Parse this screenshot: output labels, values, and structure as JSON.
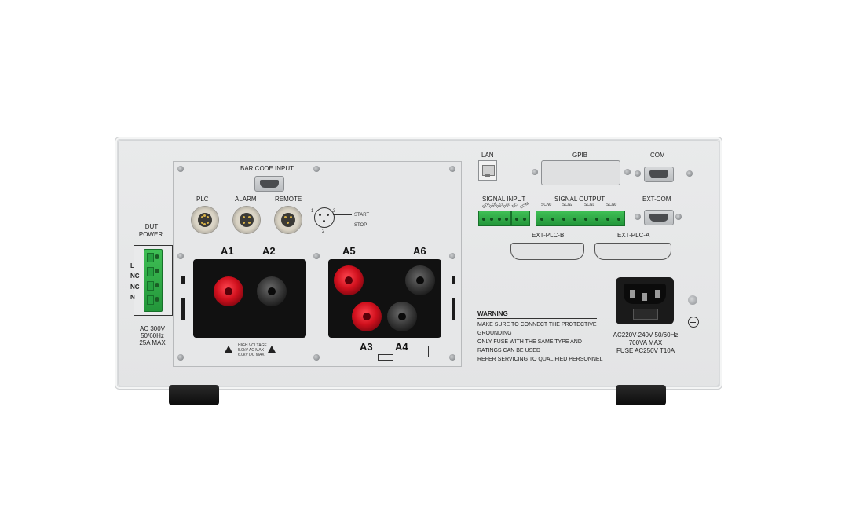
{
  "rear_panel": {
    "dut_power": {
      "title_line1": "DUT",
      "title_line2": "POWER",
      "terminals": [
        "L",
        "NC",
        "NC",
        "N"
      ],
      "rating_line1": "AC 300V",
      "rating_line2": "50/60Hz",
      "rating_line3": "25A MAX"
    },
    "bar_code_input": "BAR CODE INPUT",
    "connectors": {
      "plc": "PLC",
      "alarm": "ALARM",
      "remote": "REMOTE"
    },
    "remote_pins": {
      "pin1": "1",
      "pin2": "2",
      "pin3": "3",
      "start": "START",
      "stop": "STOP"
    },
    "terminals": {
      "a1": "A1",
      "a2": "A2",
      "a3": "A3",
      "a4": "A4",
      "a5": "A5",
      "a6": "A6"
    },
    "high_voltage": {
      "line1": "HIGH VOLTAGE",
      "line2": "5.0kV  AC  MAX",
      "line3": "6.0kV  DC  MAX"
    },
    "lan": "LAN",
    "gpib": "GPIB",
    "com": "COM",
    "ext_com": "EXT-COM",
    "signal_input": {
      "title": "SIGNAL INPUT",
      "pins": [
        "STR",
        "PSE",
        "PS1",
        "PS0",
        "NC",
        "COM"
      ]
    },
    "signal_output": {
      "title": "SIGNAL OUTPUT",
      "pins": [
        "SCN0",
        "SCN2",
        "SCN1",
        "SCN0"
      ]
    },
    "ext_plc_b": "EXT-PLC-B",
    "ext_plc_a": "EXT-PLC-A",
    "warning": {
      "title": "WARNING",
      "lines": [
        "MAKE SURE TO CONNECT  THE PROTECTIVE",
        "GROUNDING",
        "ONLY FUSE WITH THE SAME TYPE AND",
        "RATINGS CAN BE USED",
        "REFER SERVICING TO QUALIFIED PERSONNEL"
      ]
    },
    "mains": {
      "line1": "AC220V-240V 50/60Hz",
      "line2": "700VA MAX",
      "line3": "FUSE AC250V T10A"
    }
  },
  "colors": {
    "chassis": "#e6e7e8",
    "terminal_red": "#c8101c",
    "terminal_black": "#2a2a2a",
    "terminal_green": "#2fa843"
  }
}
